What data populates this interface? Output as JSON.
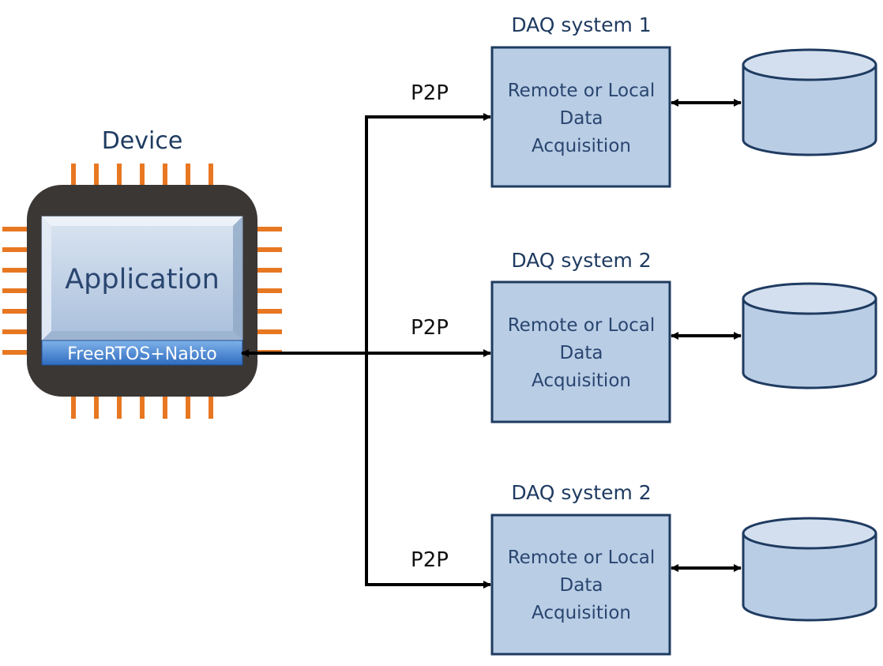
{
  "device": {
    "title": "Device",
    "application_label": "Application",
    "os_label": "FreeRTOS+Nabto",
    "chip_color": "#3b3735",
    "pin_color": "#e87722"
  },
  "connections": [
    {
      "label": "P2P"
    },
    {
      "label": "P2P"
    },
    {
      "label": "P2P"
    }
  ],
  "daq_systems": [
    {
      "title": "DAQ system 1",
      "lines": [
        "Remote or Local",
        "Data",
        "Acquisition"
      ]
    },
    {
      "title": "DAQ system 2",
      "lines": [
        "Remote or Local",
        "Data",
        "Acquisition"
      ]
    },
    {
      "title": "DAQ system 2",
      "lines": [
        "Remote or Local",
        "Data",
        "Acquisition"
      ]
    }
  ],
  "colors": {
    "box_fill": "#b9cde5",
    "box_stroke": "#1f3b61",
    "line": "#000000"
  }
}
